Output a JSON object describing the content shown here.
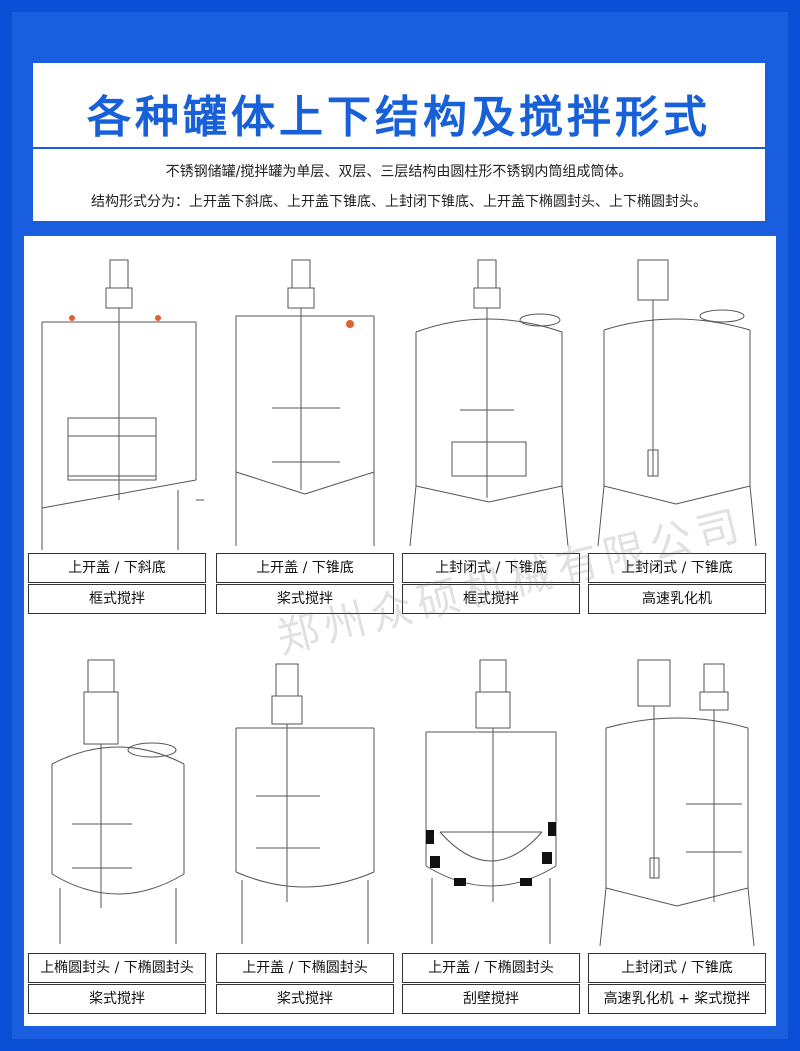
{
  "header": {
    "title": "各种罐体上下结构及搅拌形式",
    "line1": "不锈钢储罐/搅拌罐为单层、双层、三层结构由圆柱形不锈钢内筒组成筒体。",
    "line2": "结构形式分为：上开盖下斜底、上开盖下锥底、上封闭下锥底、上开盖下椭圆封头、上下椭圆封头。"
  },
  "watermark": "郑州众硕机械有限公司",
  "tanks": [
    {
      "structure": "上开盖 / 下斜底",
      "mixer": "框式搅拌"
    },
    {
      "structure": "上开盖 / 下锥底",
      "mixer": "桨式搅拌"
    },
    {
      "structure": "上封闭式 / 下锥底",
      "mixer": "框式搅拌"
    },
    {
      "structure": "上封闭式 / 下锥底",
      "mixer": "高速乳化机"
    },
    {
      "structure": "上椭圆封头 / 下椭圆封头",
      "mixer": "桨式搅拌"
    },
    {
      "structure": "上开盖 / 下椭圆封头",
      "mixer": "桨式搅拌"
    },
    {
      "structure": "上开盖 / 下椭圆封头",
      "mixer": "刮壁搅拌"
    },
    {
      "structure": "上封闭式 / 下锥底",
      "mixer": "高速乳化机 + 桨式搅拌"
    }
  ]
}
